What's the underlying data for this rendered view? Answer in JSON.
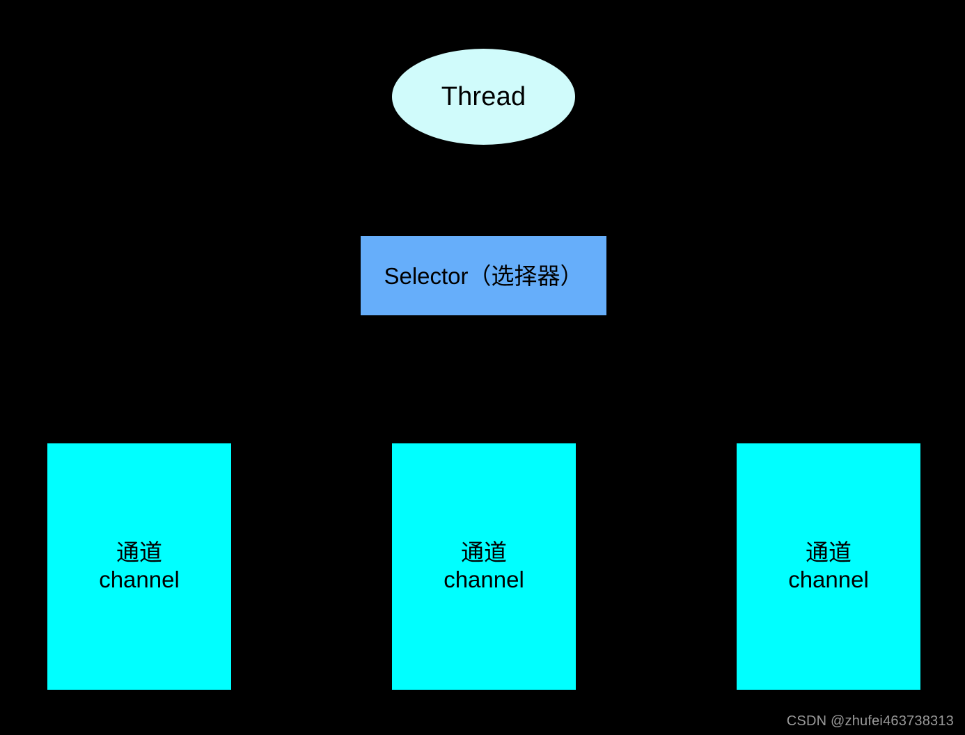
{
  "diagram": {
    "background_color": "#000000",
    "thread": {
      "label": "Thread",
      "shape": "ellipse",
      "fill_color": "#d0fbfb",
      "text_color": "#000000"
    },
    "selector": {
      "label": "Selector（选择器）",
      "shape": "rectangle",
      "fill_color": "#66aefa",
      "text_color": "#000000"
    },
    "channels": [
      {
        "label_cn": "通道",
        "label_en": "channel",
        "fill_color": "#00ffff",
        "text_color": "#000000"
      },
      {
        "label_cn": "通道",
        "label_en": "channel",
        "fill_color": "#00ffff",
        "text_color": "#000000"
      },
      {
        "label_cn": "通道",
        "label_en": "channel",
        "fill_color": "#00ffff",
        "text_color": "#000000"
      }
    ]
  },
  "watermark": {
    "text": "CSDN @zhufei463738313",
    "color": "#9a9a9a"
  }
}
